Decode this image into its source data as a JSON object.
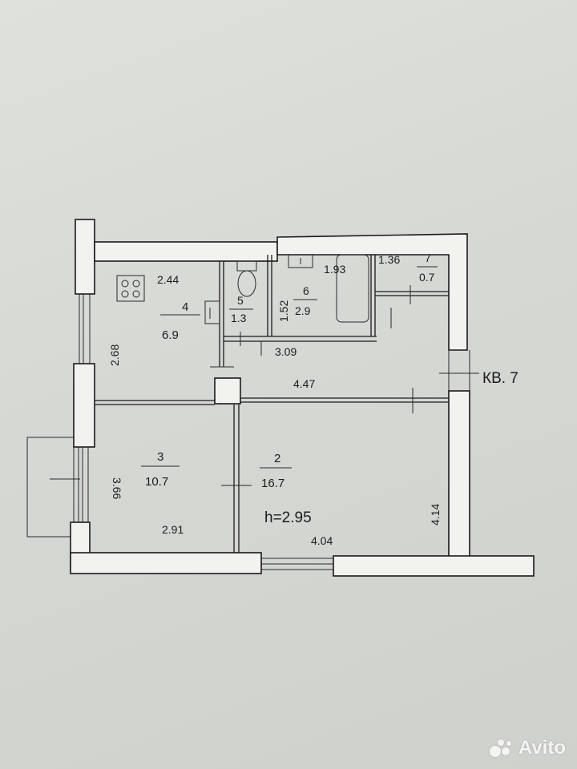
{
  "plan": {
    "apartment_label": "КВ.  7",
    "ceiling_height": "h=2.95",
    "rooms": [
      {
        "number": "2",
        "area": "16.7"
      },
      {
        "number": "3",
        "area": "10.7"
      },
      {
        "number": "4",
        "area": "6.9"
      },
      {
        "number": "5",
        "area": "1.3"
      },
      {
        "number": "6",
        "area": "2.9"
      },
      {
        "number": "7",
        "area": "0.7"
      }
    ],
    "dimensions": {
      "kitchen_width": "2.44",
      "kitchen_depth": "2.68",
      "bath_width": "1.93",
      "bath_depth": "1.52",
      "closet_width": "1.36",
      "corridor_top": "3.09",
      "corridor_length": "4.47",
      "room3_depth": "3.66",
      "room3_width": "2.91",
      "room2_width": "4.04",
      "room2_depth": "4.14"
    }
  },
  "watermark": {
    "text": "Avito"
  }
}
